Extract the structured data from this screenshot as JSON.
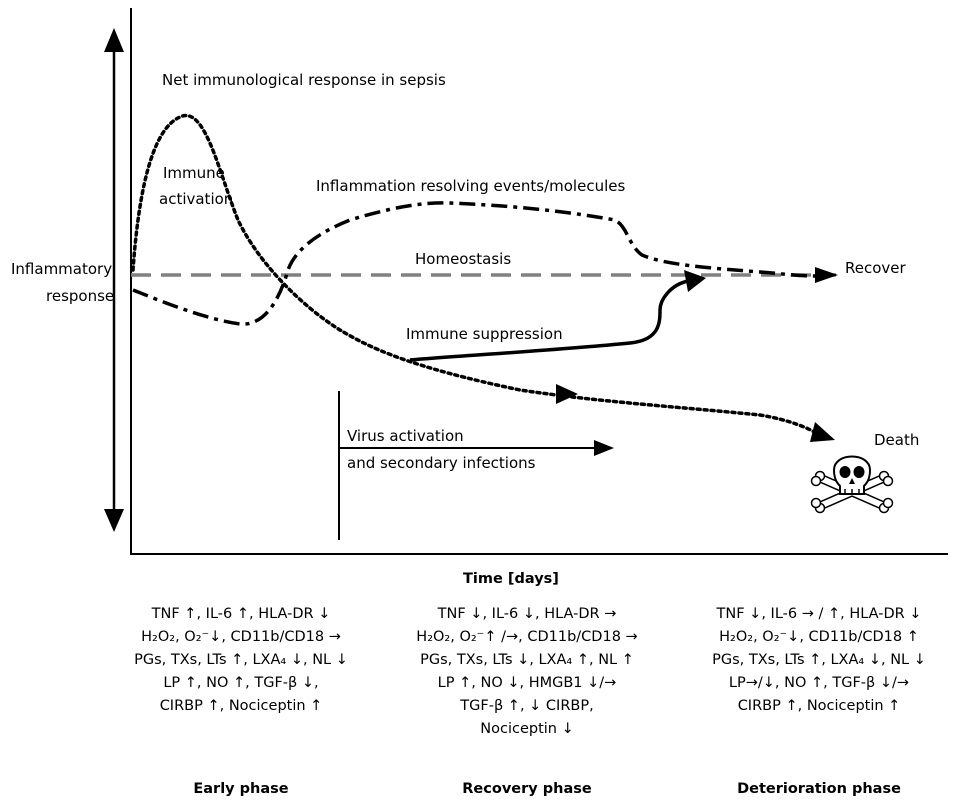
{
  "diagram": {
    "title": "Net immunological response in sepsis",
    "y_label_line1": "Inflammatory",
    "y_label_line2": "response",
    "x_label": "Time [days]",
    "curves": {
      "immune_activation_line1": "Immune",
      "immune_activation_line2": "activation",
      "resolving": "Inflammation resolving events/molecules",
      "homeostasis": "Homeostasis",
      "suppression": "Immune suppression",
      "virus_line1": "Virus activation",
      "virus_line2": "and secondary infections"
    },
    "outcomes": {
      "recover": "Recover",
      "death": "Death"
    }
  },
  "phases": [
    {
      "name": "Early phase",
      "lines": [
        "TNF ↑, IL-6 ↑, HLA-DR ↓",
        "H₂O₂, O₂⁻↓, CD11b/CD18 →",
        "PGs, TXs, LTs ↑, LXA₄ ↓, NL ↓",
        "LP ↑, NO ↑, TGF-β ↓,",
        "CIRBP ↑, Nociceptin ↑"
      ]
    },
    {
      "name": "Recovery phase",
      "lines": [
        "TNF ↓, IL-6 ↓, HLA-DR →",
        "H₂O₂, O₂⁻↑ /→, CD11b/CD18 →",
        "PGs, TXs, LTs ↓, LXA₄ ↑, NL ↑",
        "LP ↑, NO ↓, HMGB1 ↓/→",
        "TGF-β ↑, ↓ CIRBP,",
        "Nociceptin ↓"
      ]
    },
    {
      "name": "Deterioration phase",
      "lines": [
        "TNF ↓, IL-6 → / ↑, HLA-DR ↓",
        "H₂O₂, O₂⁻↓, CD11b/CD18 ↑",
        "PGs, TXs, LTs ↑, LXA₄ ↓, NL ↓",
        "LP→/↓, NO ↑, TGF-β ↓/→",
        "CIRBP ↑, Nociceptin ↑"
      ]
    }
  ]
}
